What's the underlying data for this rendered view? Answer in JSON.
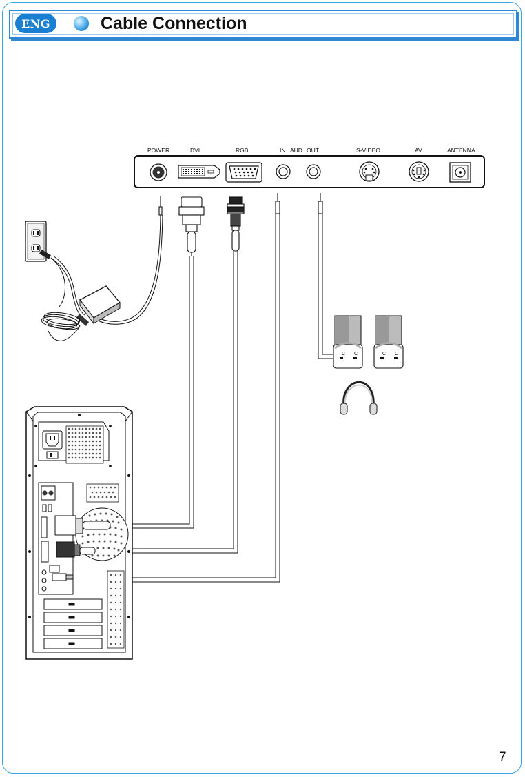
{
  "header": {
    "lang_badge": "ENG",
    "title": "Cable Connection",
    "bullet_icon": "blue-sphere-bullet-icon",
    "accent_color": "#2c89d8"
  },
  "monitor_panel": {
    "ports": {
      "power": "POWER",
      "dvi": "DVI",
      "rgb": "RGB",
      "in": "IN",
      "aud": "AUD",
      "out": "OUT",
      "svideo": "S-VIDEO",
      "av": "AV",
      "antenna": "ANTENNA"
    }
  },
  "icons": [
    "wall-outlet-icon",
    "power-adapter-icon",
    "speakers-icon",
    "headphones-icon",
    "computer-tower-icon"
  ],
  "footer": {
    "page_number": "7"
  }
}
